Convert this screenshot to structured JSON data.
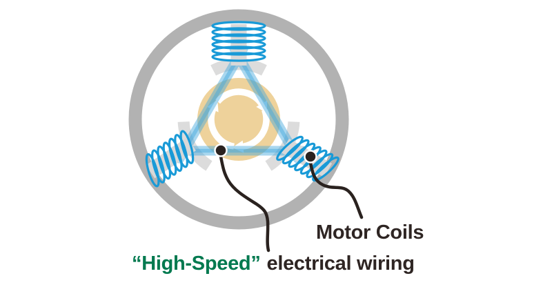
{
  "diagram": {
    "title": "motor-cross-section-diagram",
    "labels": {
      "motor_coils": "Motor Coils",
      "high_speed": "“High-Speed”",
      "electrical_wiring": "electrical wiring"
    },
    "icons": {
      "rotation": "clockwise-rotation-arrows-icon",
      "coils": "spring-coil-icon"
    },
    "colors": {
      "ring-gray": "#b2b2b2",
      "stator-gray": "#dcdcdc",
      "core-gray": "#d8d8d8",
      "coil-blue": "#199ad7",
      "triangle-blue": "#40a6db",
      "rotor-tan": "#eed29b",
      "arrow-white": "#ffffff",
      "callout-black": "#2a221f",
      "label-dark": "#2e2523",
      "label-green": "#00794f"
    }
  }
}
